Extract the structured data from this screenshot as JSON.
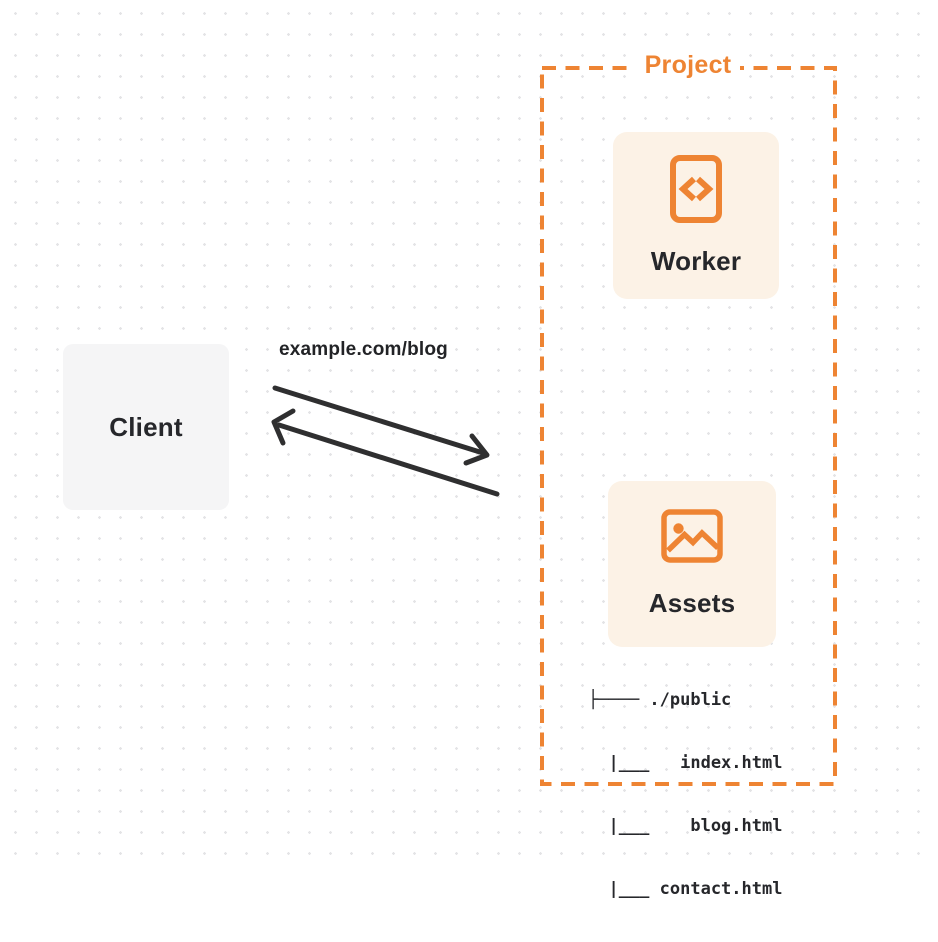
{
  "client": {
    "label": "Client"
  },
  "request": {
    "url_label": "example.com/blog"
  },
  "project": {
    "label": "Project",
    "worker": {
      "label": "Worker",
      "icon": "code-file-icon"
    },
    "assets": {
      "label": "Assets",
      "icon": "image-icon"
    },
    "file_tree": [
      "├──── ./public",
      "  |___   index.html",
      "  |___    blog.html",
      "  |___ contact.html"
    ]
  },
  "colors": {
    "accent_orange": "#EE8433",
    "card_background": "#FCF2E6",
    "client_background": "#F5F5F6",
    "text_dark": "#26272B",
    "arrow_dark": "#2F2F30",
    "grid_dot": "#E4E4E6",
    "label_background": "#FFFFFF"
  }
}
